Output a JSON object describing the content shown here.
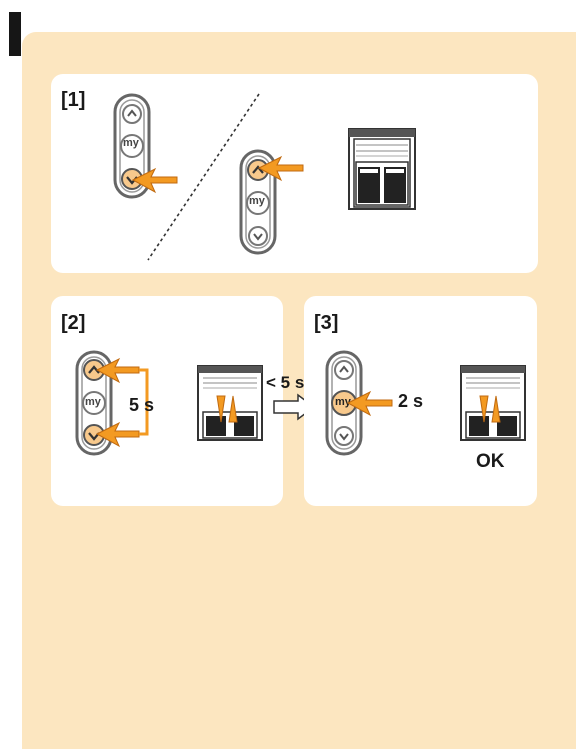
{
  "steps": [
    {
      "label": "[1]"
    },
    {
      "label": "[2]",
      "duration": "5 s"
    },
    {
      "label": "[3]",
      "duration": "2 s",
      "result": "OK"
    }
  ],
  "transition": "< 5 s",
  "remote": {
    "my_button": "my"
  },
  "colors": {
    "background": "#fce6c0",
    "panel": "#ffffff",
    "arrow": "#f39a22",
    "button_highlight": "#f8c98c",
    "remote_outline": "#666666",
    "tab": "#161616"
  },
  "icons": [
    "up-chevron-icon",
    "down-chevron-icon",
    "press-arrow-icon",
    "blind-window-icon",
    "right-arrow-icon"
  ]
}
